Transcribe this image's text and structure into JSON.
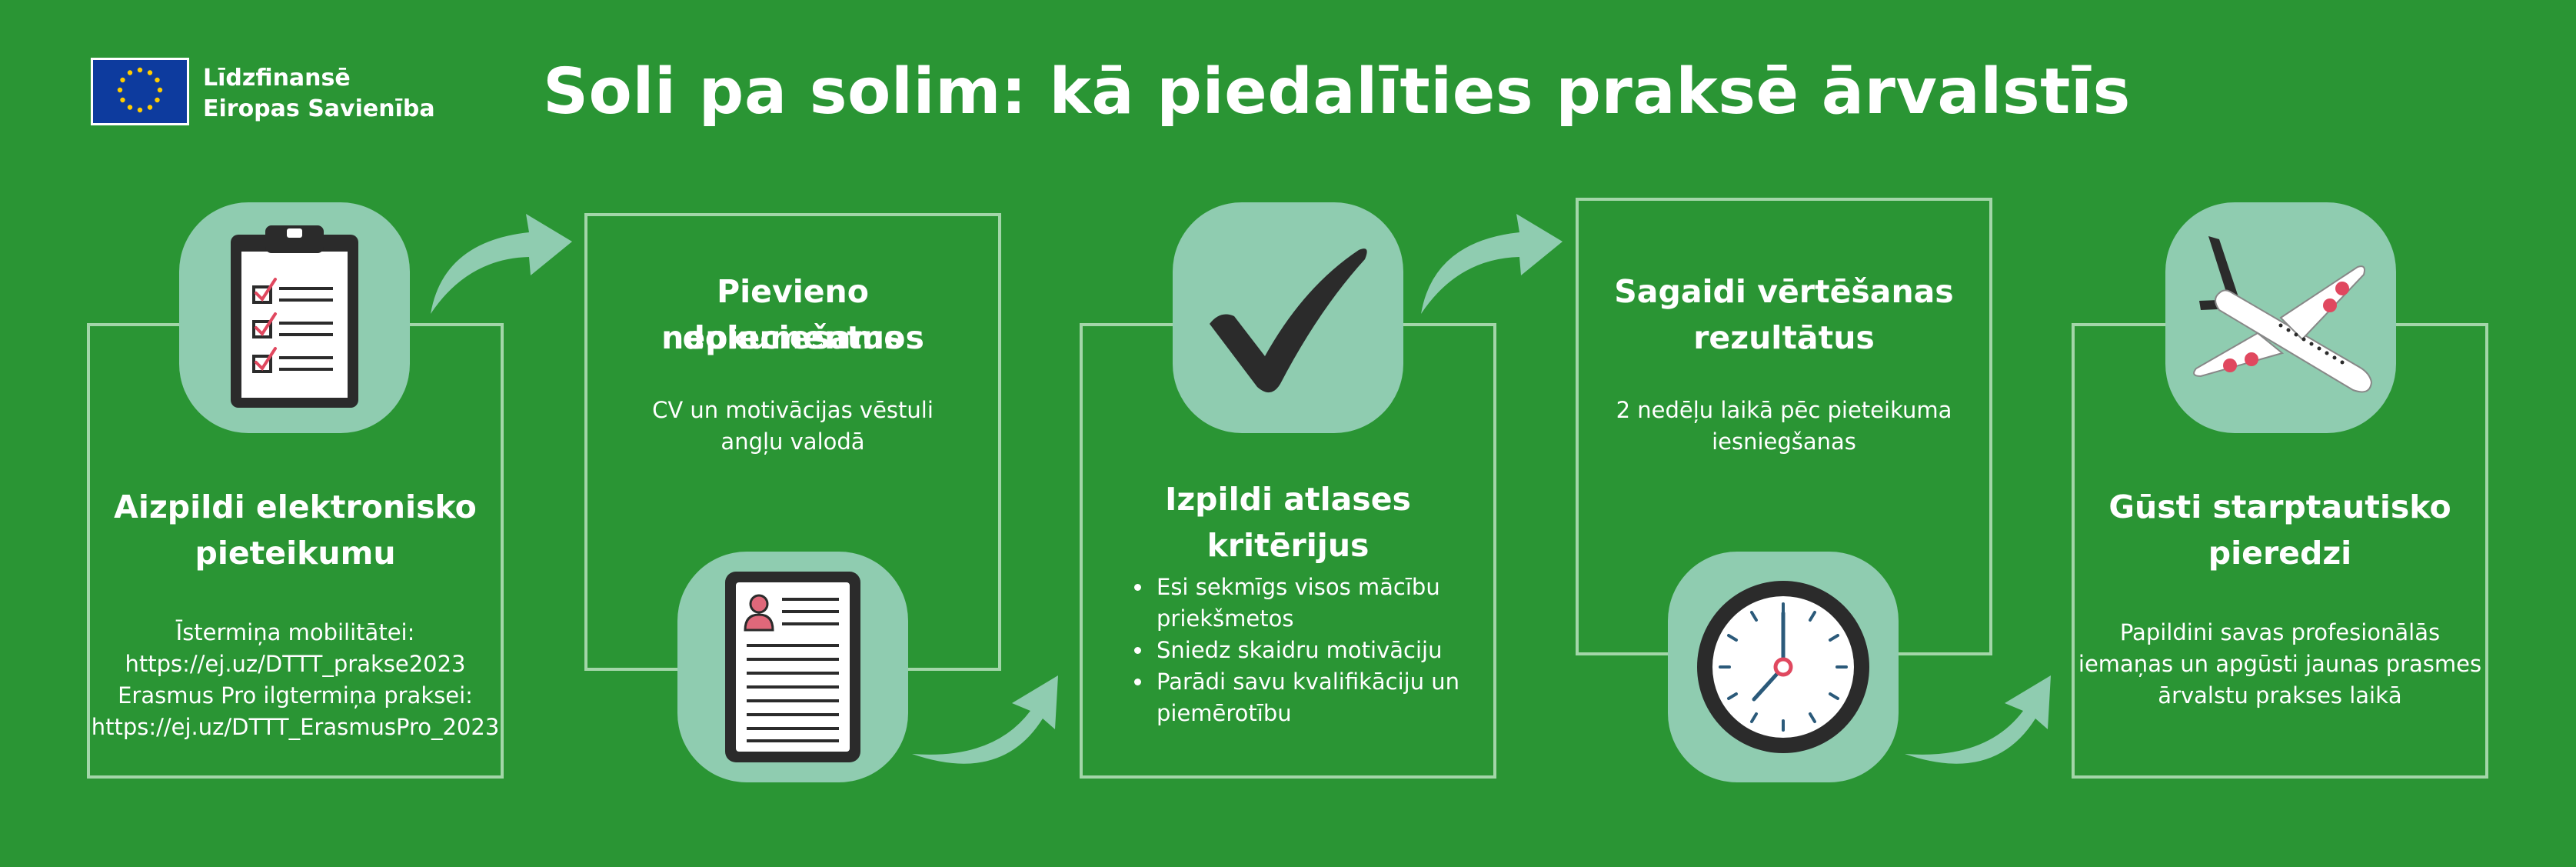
{
  "eu_logo": {
    "line1": "Līdzfinansē",
    "line2": "Eiropas Savienība"
  },
  "title": "Soli pa solim: kā piedalīties praksē ārvalstīs",
  "steps": [
    {
      "title_line1": "Aizpildi elektronisko",
      "title_line2": "pieteikumu",
      "lines": [
        "Īstermiņa mobilitātei:",
        "https://ej.uz/DTTT_prakse2023",
        "Erasmus Pro ilgtermiņa praksei:",
        "https://ej.uz/DTTT_ErasmusPro_2023"
      ]
    },
    {
      "title_line1": "Pievieno nepieciešamos",
      "title_line2": "dokumentus",
      "lines": [
        "CV un motivācijas vēstuli",
        "angļu valodā"
      ]
    },
    {
      "title_line1": "Izpildi atlases kritērijus",
      "bullets": [
        {
          "line1": "Esi sekmīgs visos mācību",
          "line2": "priekšmetos"
        },
        {
          "line1": "Sniedz skaidru motivāciju",
          "line2": ""
        },
        {
          "line1": "Parādi savu kvalifikāciju un",
          "line2": "piemērotību"
        }
      ]
    },
    {
      "title_line1": "Sagaidi vērtēšanas",
      "title_line2": "rezultātus",
      "lines": [
        "2 nedēļu laikā pēc pieteikuma",
        "iesniegšanas"
      ]
    },
    {
      "title_line1": "Gūsti starptautisko",
      "title_line2": "pieredzi",
      "lines": [
        "Papildini savas profesionālās",
        "iemaņas un apgūsti jaunas prasmes",
        "ārvalstu prakses laikā"
      ]
    }
  ],
  "icons": [
    "clipboard-checklist-icon",
    "resume-document-icon",
    "checkmark-icon",
    "clock-icon",
    "airplane-icon"
  ],
  "colors": {
    "background": "#2a9534",
    "box_border": "#a3d6a9",
    "icon_tile": "#8fccb0",
    "eu_blue": "#0d3b9e",
    "eu_star": "#ffcc00"
  }
}
